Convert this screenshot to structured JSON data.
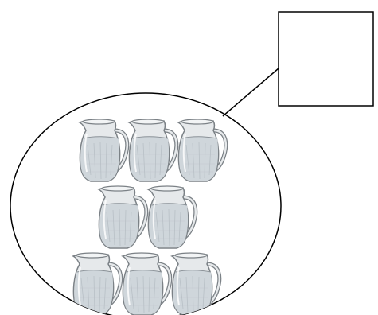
{
  "diagram": {
    "answer_box": {
      "value": ""
    },
    "group": {
      "item_icon": "water-pitcher-icon",
      "item_count": 8,
      "rows": [
        3,
        2,
        3
      ]
    },
    "colors": {
      "outline": "#000000",
      "pitcher_body": "#e6e9eb",
      "pitcher_stroke": "#7b8186",
      "water": "#cfd6db",
      "glass_texture": "#a9b1b7"
    }
  }
}
